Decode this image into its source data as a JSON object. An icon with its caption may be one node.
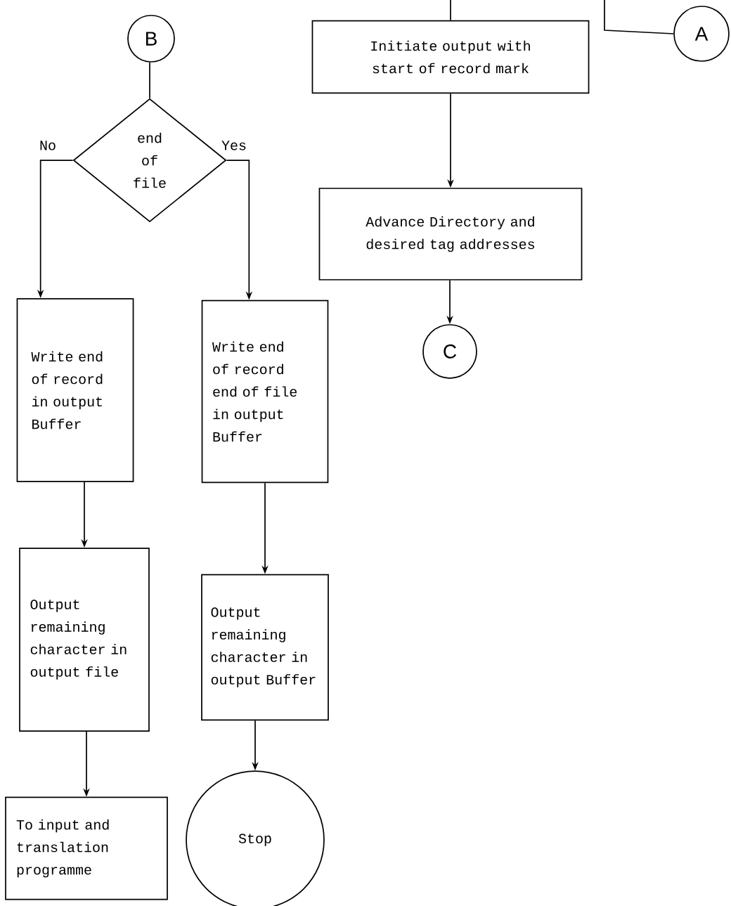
{
  "diagram": {
    "nodes": [
      {
        "text": [
          "B"
        ]
      },
      {
        "text": [
          "end of file"
        ]
      },
      {
        "text": [
          "Write end of record in output Buffer"
        ]
      },
      {
        "text": [
          "Write end of record end of file in output Buffer"
        ]
      },
      {
        "text": [
          "Output remaining character in output file"
        ]
      },
      {
        "text": [
          "Output remaining character in output Buffer"
        ]
      },
      {
        "text": [
          "To input and translation programme"
        ]
      },
      {
        "text": [
          "Stop"
        ]
      },
      {
        "text": [
          "A"
        ]
      },
      {
        "text": [
          "Initiate output with start of record mark"
        ]
      },
      {
        "text": [
          "Advance Directory and desired tag addresses"
        ]
      },
      {
        "text": [
          "C"
        ]
      }
    ],
    "edges": [
      {
        "from": 0,
        "to": 1,
        "arrow": "none"
      },
      {
        "from": 1,
        "to": 2,
        "arrow": "to",
        "label": "No"
      },
      {
        "from": 1,
        "to": 3,
        "arrow": "to",
        "label": "Yes"
      },
      {
        "from": 2,
        "to": 4,
        "arrow": "to"
      },
      {
        "from": 4,
        "to": 6,
        "arrow": "to"
      },
      {
        "from": 3,
        "to": 5,
        "arrow": "to"
      },
      {
        "from": 5,
        "to": 7,
        "arrow": "to"
      },
      {
        "from": null,
        "to": 9,
        "arrow": "none"
      },
      {
        "from": 9,
        "to": 10,
        "arrow": "to"
      },
      {
        "from": 10,
        "to": 11,
        "arrow": "to"
      },
      {
        "from": null,
        "to": 8,
        "arrow": "none"
      }
    ]
  }
}
